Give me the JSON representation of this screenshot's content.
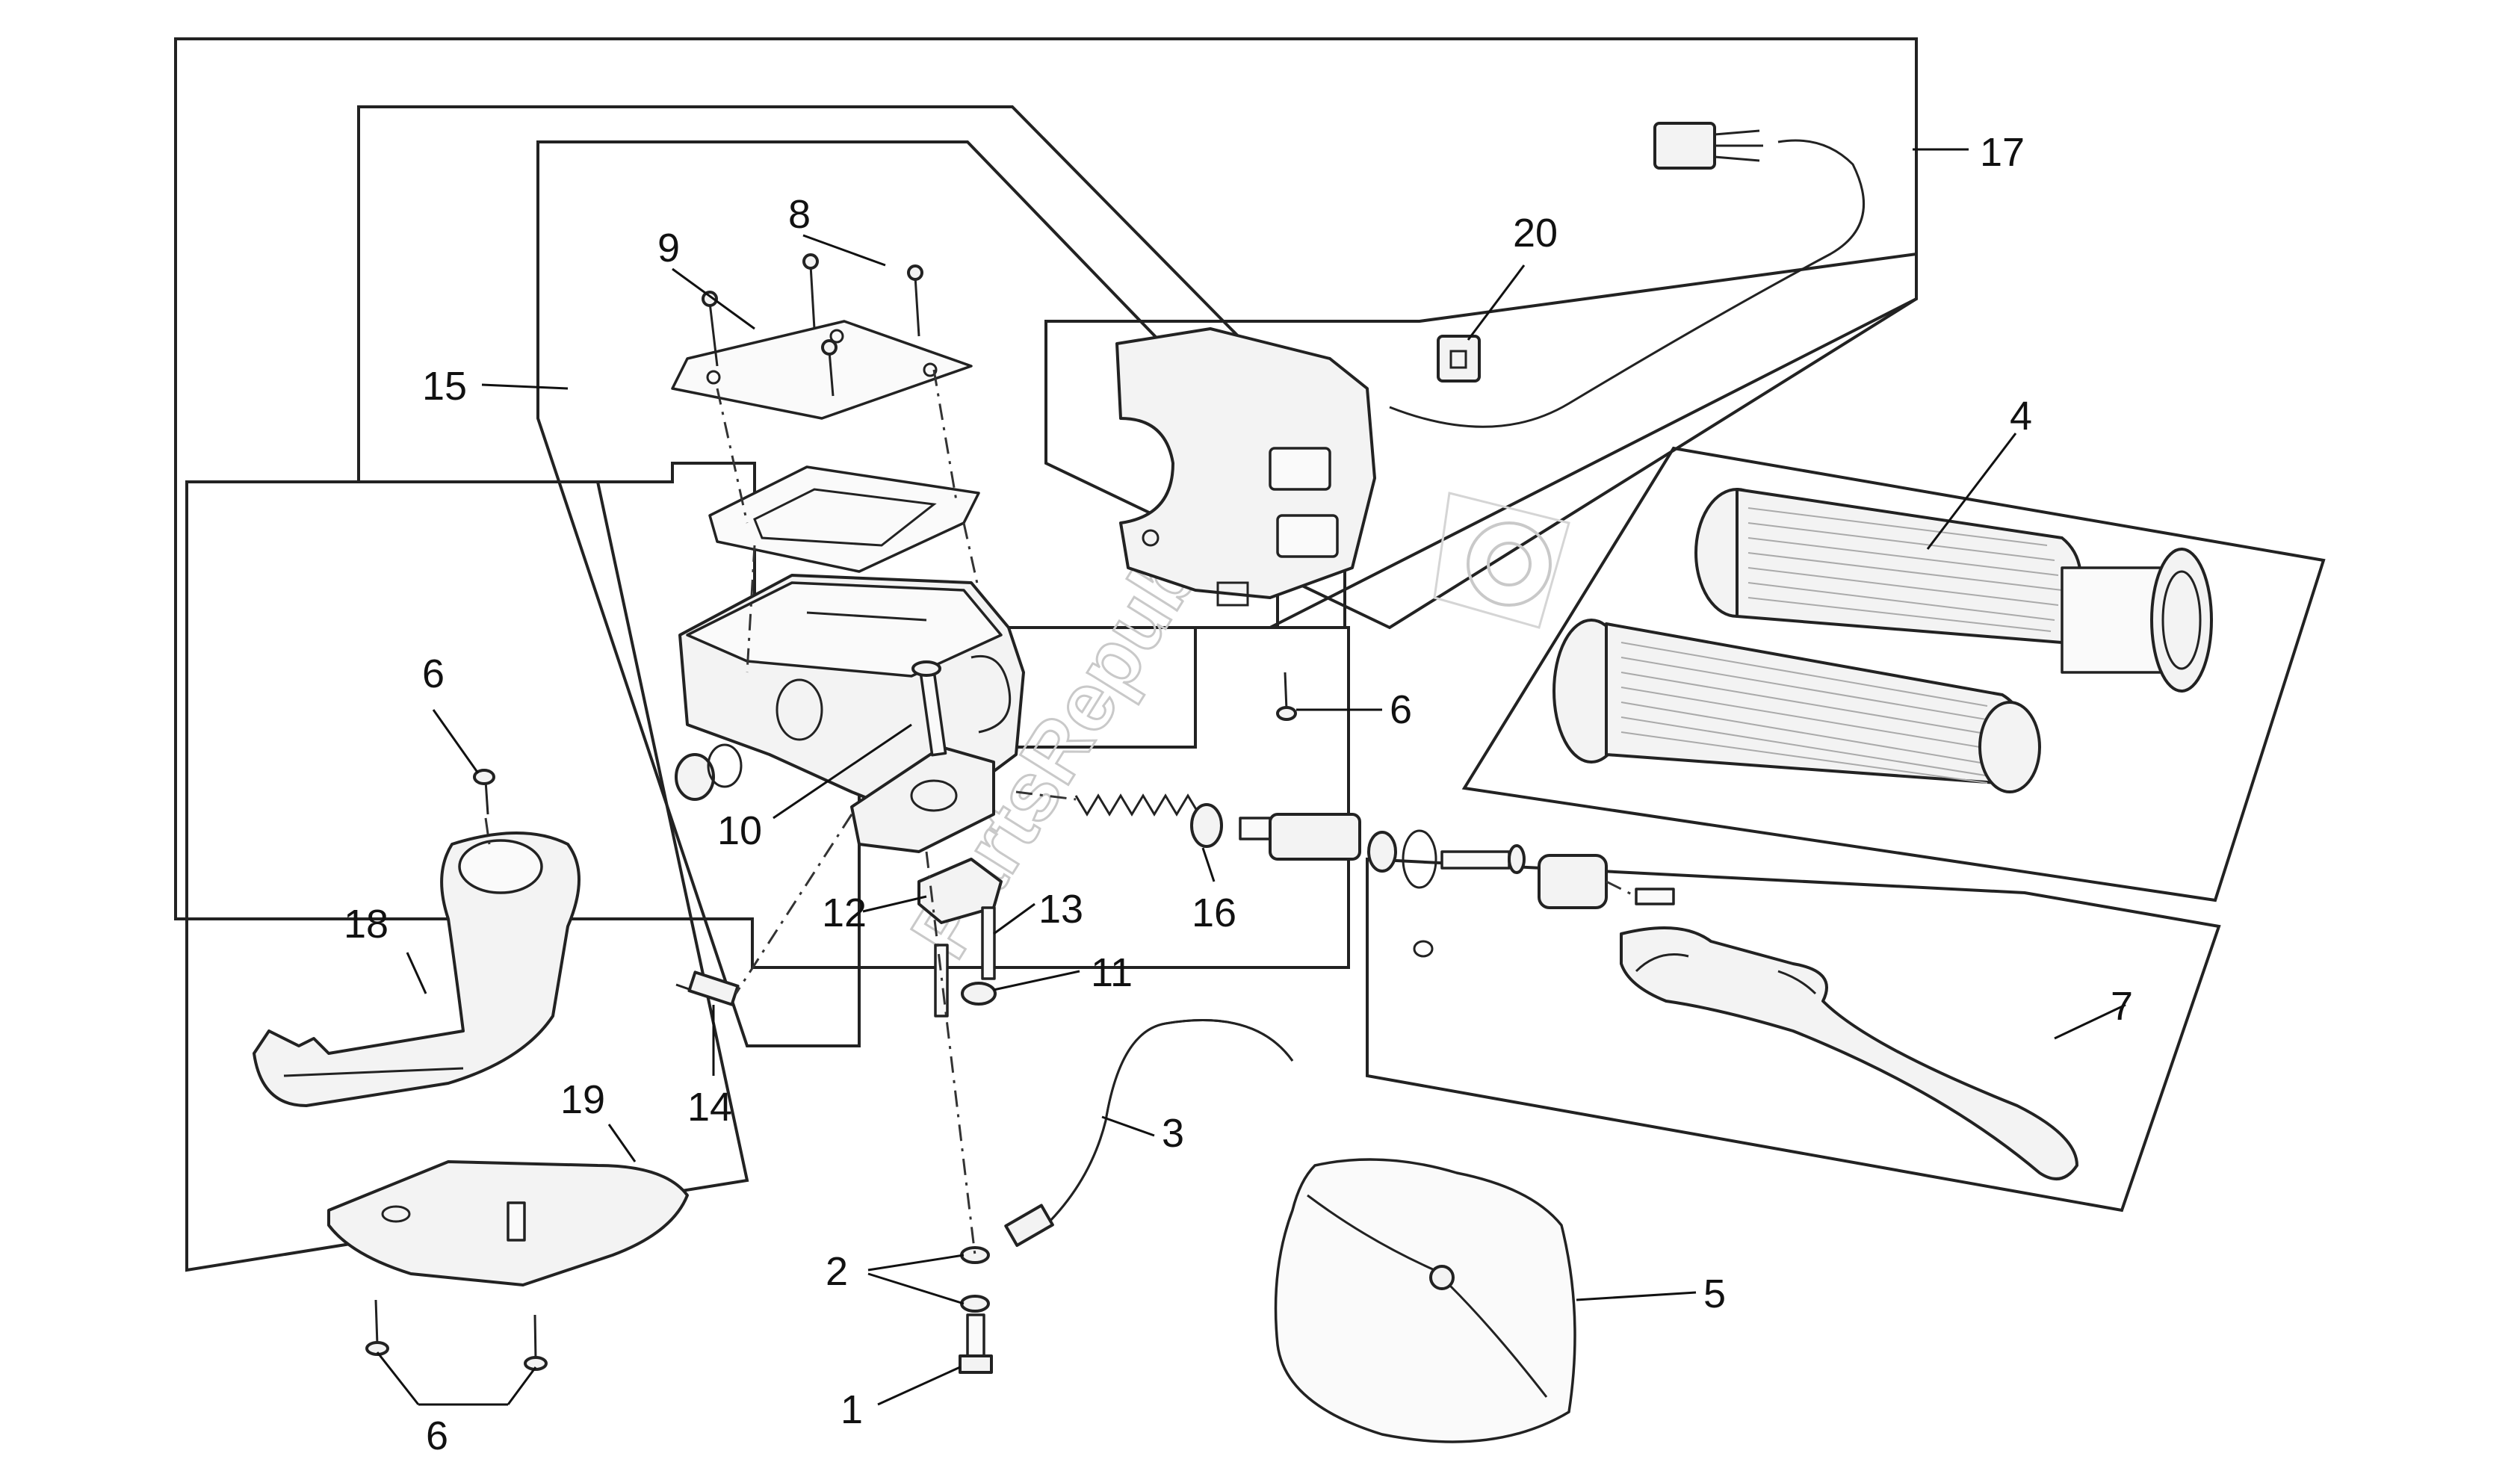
{
  "diagram": {
    "callouts": {
      "c1": "1",
      "c2": "2",
      "c3": "3",
      "c4": "4",
      "c5": "5",
      "c6a": "6",
      "c6b": "6",
      "c6c": "6",
      "c7": "7",
      "c8": "8",
      "c9": "9",
      "c10": "10",
      "c11": "11",
      "c12": "12",
      "c13": "13",
      "c14": "14",
      "c15": "15",
      "c16": "16",
      "c17": "17",
      "c18": "18",
      "c19": "19",
      "c20": "20"
    },
    "watermark": "PartsRepublik"
  }
}
